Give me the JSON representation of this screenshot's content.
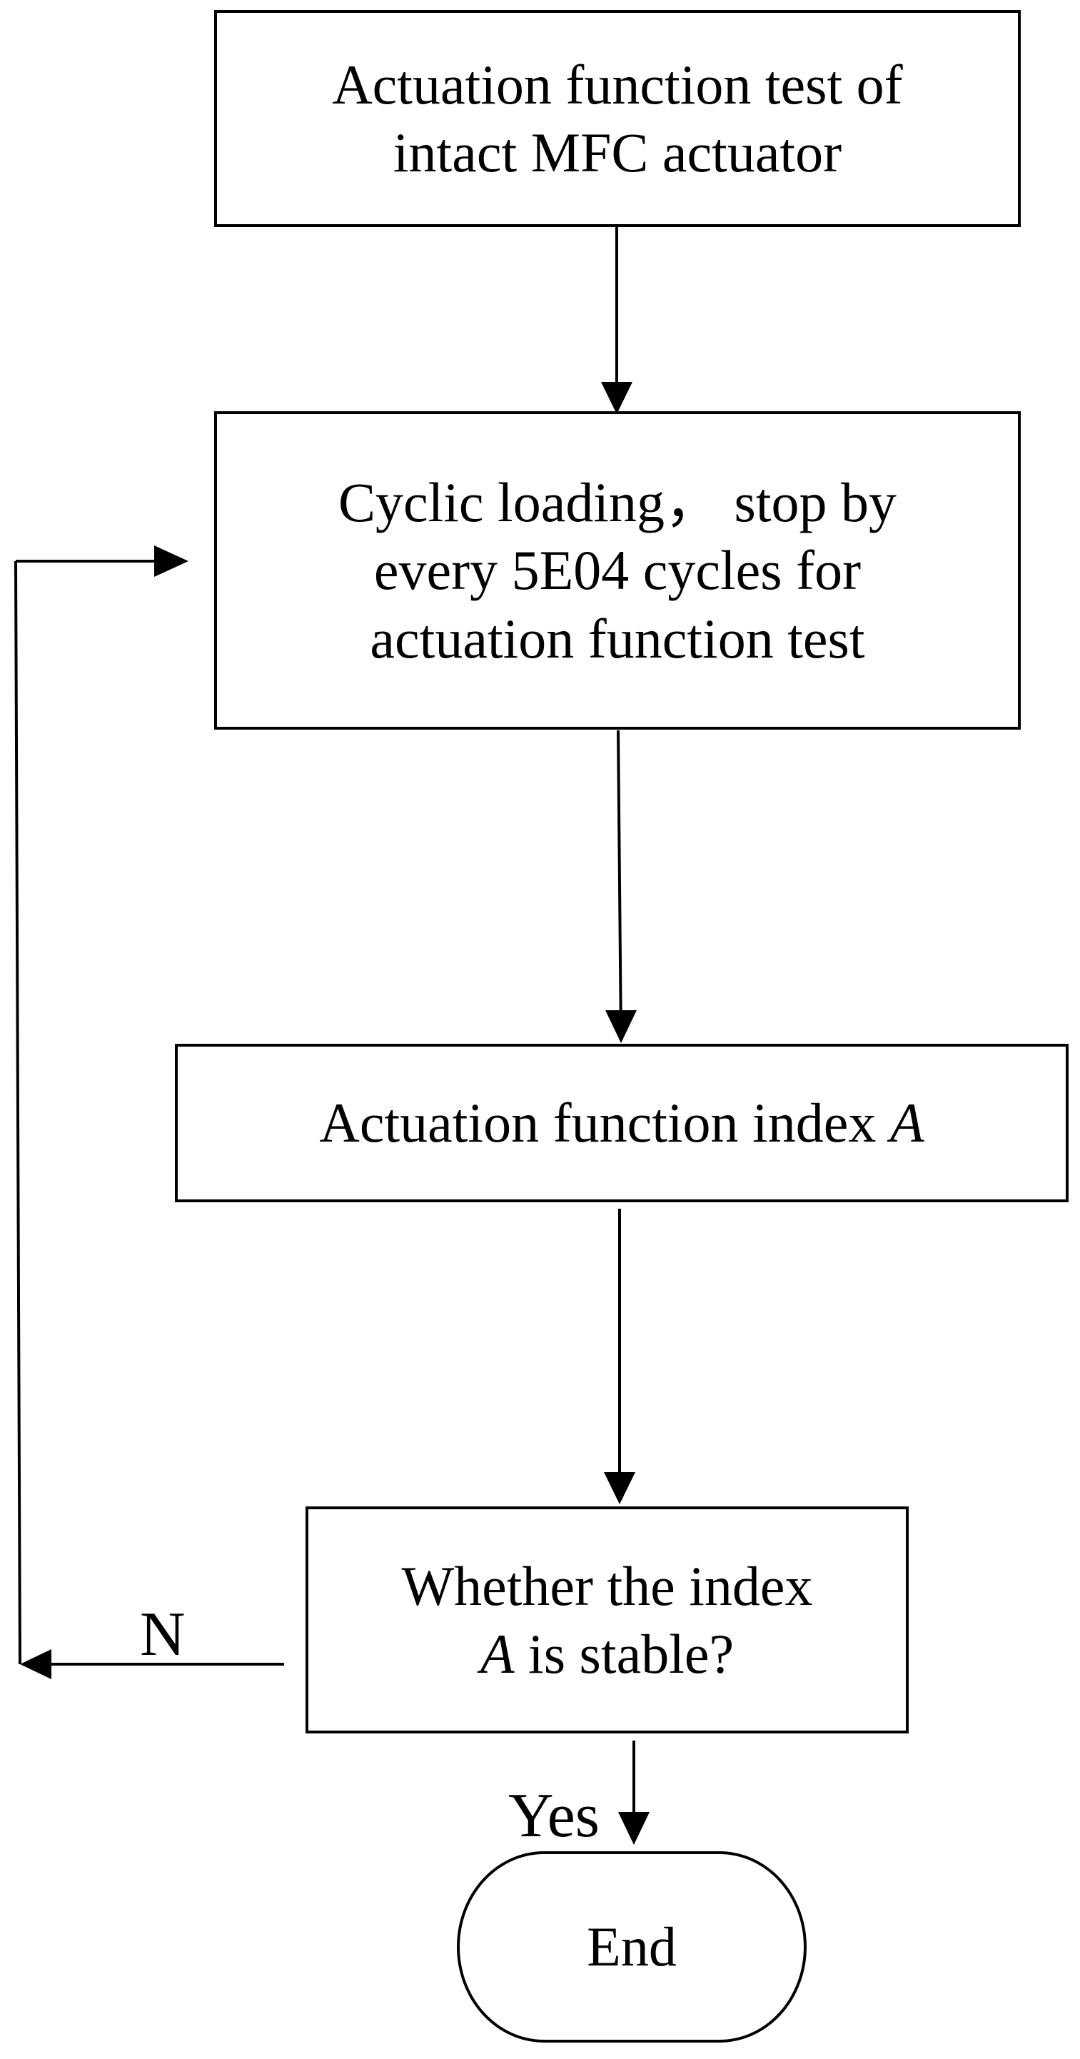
{
  "nodes": {
    "test_intact": {
      "line1": "Actuation function test of",
      "line2": "intact MFC actuator"
    },
    "cyclic_loading": {
      "line1": "Cyclic loading， stop by",
      "line2": "every 5E04 cycles for",
      "line3": "actuation function test"
    },
    "index": {
      "text": "Actuation function index ",
      "symbol": "A"
    },
    "decision": {
      "line1": "Whether the index",
      "symbol": "A",
      "line2_rest": " is stable?"
    },
    "end": {
      "text": "End"
    }
  },
  "edges": {
    "no_label": "N",
    "yes_label": "Yes"
  }
}
